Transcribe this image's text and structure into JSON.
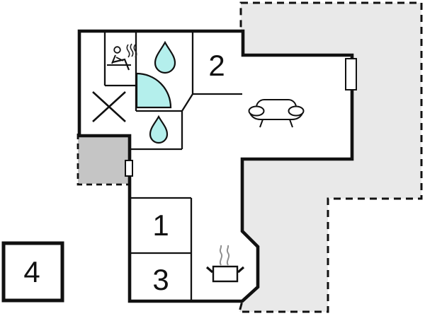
{
  "floorplan": {
    "kind": "vacation-home-floor-plan",
    "rooms": {
      "room1": {
        "label": "1"
      },
      "room2": {
        "label": "2"
      },
      "room3": {
        "label": "3"
      },
      "room4": {
        "label": "4"
      }
    },
    "icons": [
      "sauna-icon",
      "water-drop-icon",
      "water-drop-small-icon",
      "shower-quarter-circle-icon",
      "wardrobe-cross-icon",
      "sofa-icon",
      "cooking-pot-icon",
      "window-marker",
      "door-marker"
    ],
    "colors": {
      "wall": "#111111",
      "water": "#b4efec",
      "terrace": "#e9e9e9",
      "entrance": "#c5c5c5",
      "steam": "#8f8f8f",
      "background": "#ffffff"
    }
  }
}
